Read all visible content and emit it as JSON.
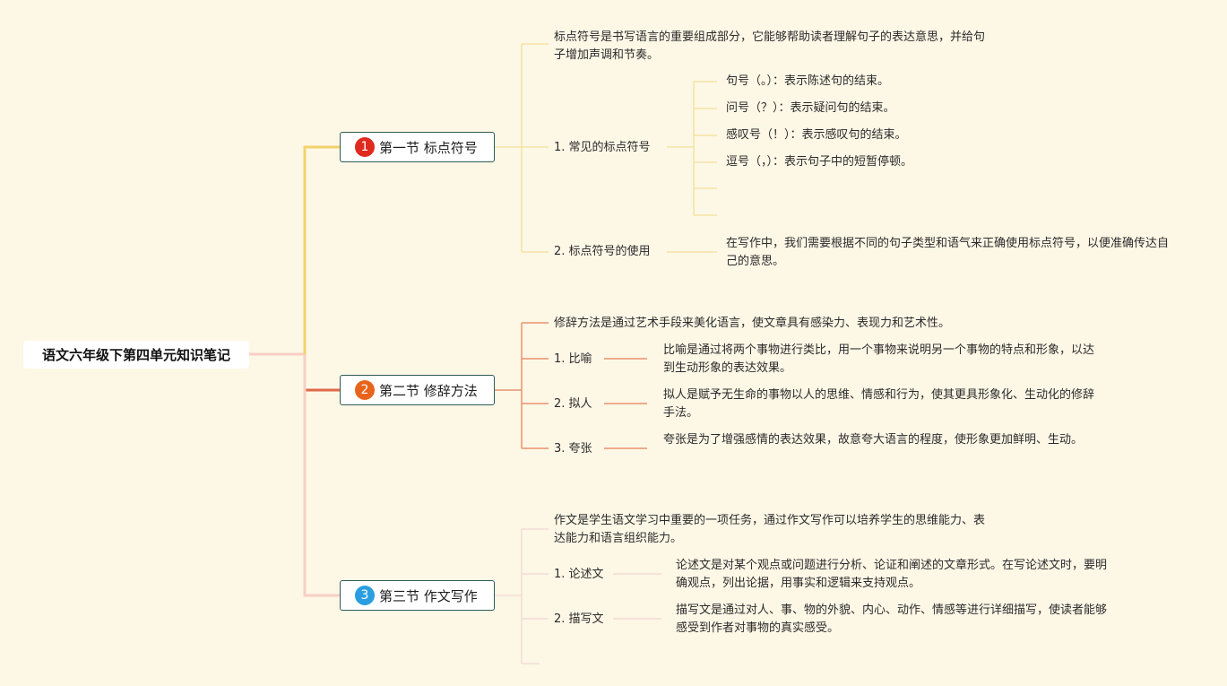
{
  "root": {
    "title": "语文六年级下第四单元知识笔记"
  },
  "colors": {
    "background": "#fdf7e6",
    "section1": "#f2d36b",
    "section2": "#e06a48",
    "section3": "#f6cfc4",
    "badge1": "#e02a1e",
    "badge2": "#e8641c",
    "badge3": "#2a9ee0",
    "node_border": "#2e5b56"
  },
  "sections": [
    {
      "number": "1",
      "title": "第一节 标点符号",
      "intro": "标点符号是书写语言的重要组成部分，它能够帮助读者理解句子的表达意思，并给句子增加声调和节奏。",
      "items": [
        {
          "label": "1. 常见的标点符号",
          "children": [
            "句号（。）：表示陈述句的结束。",
            "问号（？）：表示疑问句的结束。",
            "感叹号（！）：表示感叹句的结束。",
            "逗号（，）：表示句子中的短暂停顿。"
          ]
        },
        {
          "label": "2. 标点符号的使用",
          "detail": "在写作中，我们需要根据不同的句子类型和语气来正确使用标点符号，以便准确传达自己的意思。"
        }
      ]
    },
    {
      "number": "2",
      "title": "第二节 修辞方法",
      "intro": "修辞方法是通过艺术手段来美化语言，使文章具有感染力、表现力和艺术性。",
      "items": [
        {
          "label": "1. 比喻",
          "detail": "比喻是通过将两个事物进行类比，用一个事物来说明另一个事物的特点和形象，以达到生动形象的表达效果。"
        },
        {
          "label": "2. 拟人",
          "detail": "拟人是赋予无生命的事物以人的思维、情感和行为，使其更具形象化、生动化的修辞手法。"
        },
        {
          "label": "3. 夸张",
          "detail": "夸张是为了增强感情的表达效果，故意夸大语言的程度，使形象更加鲜明、生动。"
        }
      ]
    },
    {
      "number": "3",
      "title": "第三节 作文写作",
      "intro": "作文是学生语文学习中重要的一项任务，通过作文写作可以培养学生的思维能力、表达能力和语言组织能力。",
      "items": [
        {
          "label": "1. 论述文",
          "detail": "论述文是对某个观点或问题进行分析、论证和阐述的文章形式。在写论述文时，要明确观点，列出论据，用事实和逻辑来支持观点。"
        },
        {
          "label": "2. 描写文",
          "detail": "描写文是通过对人、事、物的外貌、内心、动作、情感等进行详细描写，使读者能够感受到作者对事物的真实感受。"
        }
      ]
    }
  ]
}
